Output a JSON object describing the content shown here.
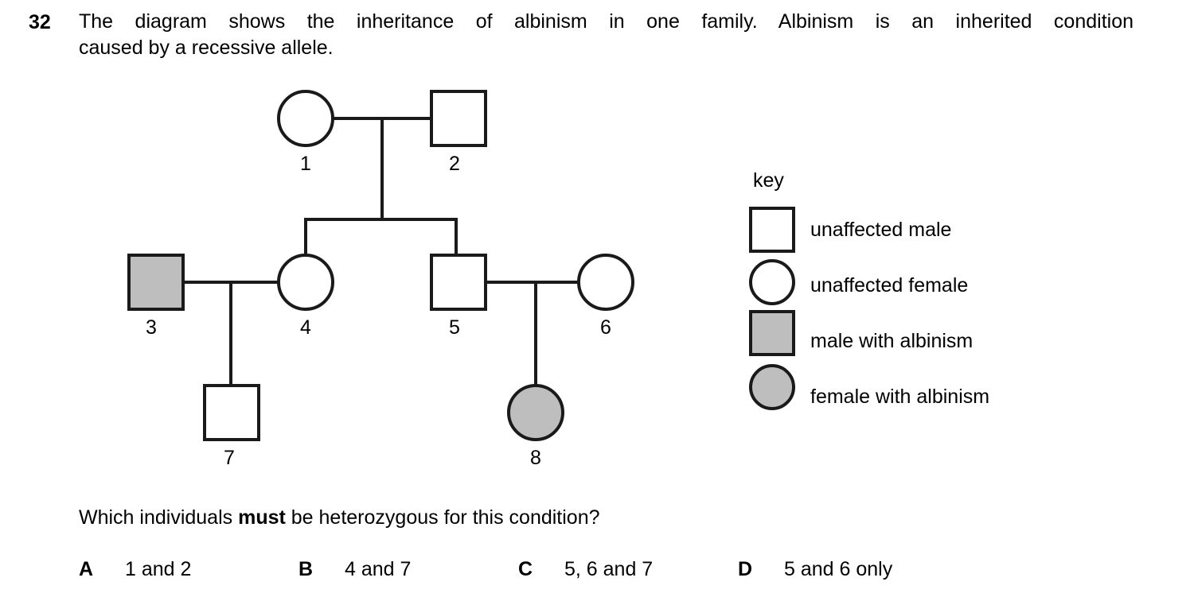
{
  "question": {
    "number": "32",
    "line1": "The diagram shows the inheritance of albinism in one family. Albinism is an inherited condition",
    "line2": "caused by a recessive allele.",
    "leadin_before": "Which individuals ",
    "leadin_bold": "must",
    "leadin_after": " be heterozygous for this condition?"
  },
  "colors": {
    "affected_fill": "#bebebe",
    "stroke": "#1a1a1a",
    "background": "#ffffff",
    "text": "#000000"
  },
  "pedigree": {
    "title": "albinism pedigree",
    "individuals": [
      {
        "id": "1",
        "label": "1",
        "sex": "female",
        "shape": "circle",
        "affected": false,
        "generation": 1
      },
      {
        "id": "2",
        "label": "2",
        "sex": "male",
        "shape": "square",
        "affected": false,
        "generation": 1
      },
      {
        "id": "3",
        "label": "3",
        "sex": "male",
        "shape": "square",
        "affected": true,
        "generation": 2
      },
      {
        "id": "4",
        "label": "4",
        "sex": "female",
        "shape": "circle",
        "affected": false,
        "generation": 2
      },
      {
        "id": "5",
        "label": "5",
        "sex": "male",
        "shape": "square",
        "affected": false,
        "generation": 2
      },
      {
        "id": "6",
        "label": "6",
        "sex": "female",
        "shape": "circle",
        "affected": false,
        "generation": 2
      },
      {
        "id": "7",
        "label": "7",
        "sex": "male",
        "shape": "square",
        "affected": false,
        "generation": 3
      },
      {
        "id": "8",
        "label": "8",
        "sex": "female",
        "shape": "circle",
        "affected": true,
        "generation": 3
      }
    ],
    "matings": [
      {
        "partners": [
          "1",
          "2"
        ],
        "children": [
          "4",
          "5"
        ]
      },
      {
        "partners": [
          "3",
          "4"
        ],
        "children": [
          "7"
        ]
      },
      {
        "partners": [
          "5",
          "6"
        ],
        "children": [
          "8"
        ]
      }
    ]
  },
  "key": {
    "title": "key",
    "items": [
      {
        "shape": "square",
        "affected": false,
        "label": "unaffected male"
      },
      {
        "shape": "circle",
        "affected": false,
        "label": "unaffected female"
      },
      {
        "shape": "square",
        "affected": true,
        "label": "male with albinism"
      },
      {
        "shape": "circle",
        "affected": true,
        "label": "female with albinism"
      }
    ]
  },
  "options": [
    {
      "letter": "A",
      "text": "1 and 2"
    },
    {
      "letter": "B",
      "text": "4 and 7"
    },
    {
      "letter": "C",
      "text": "5, 6 and 7"
    },
    {
      "letter": "D",
      "text": "5 and 6 only"
    }
  ]
}
